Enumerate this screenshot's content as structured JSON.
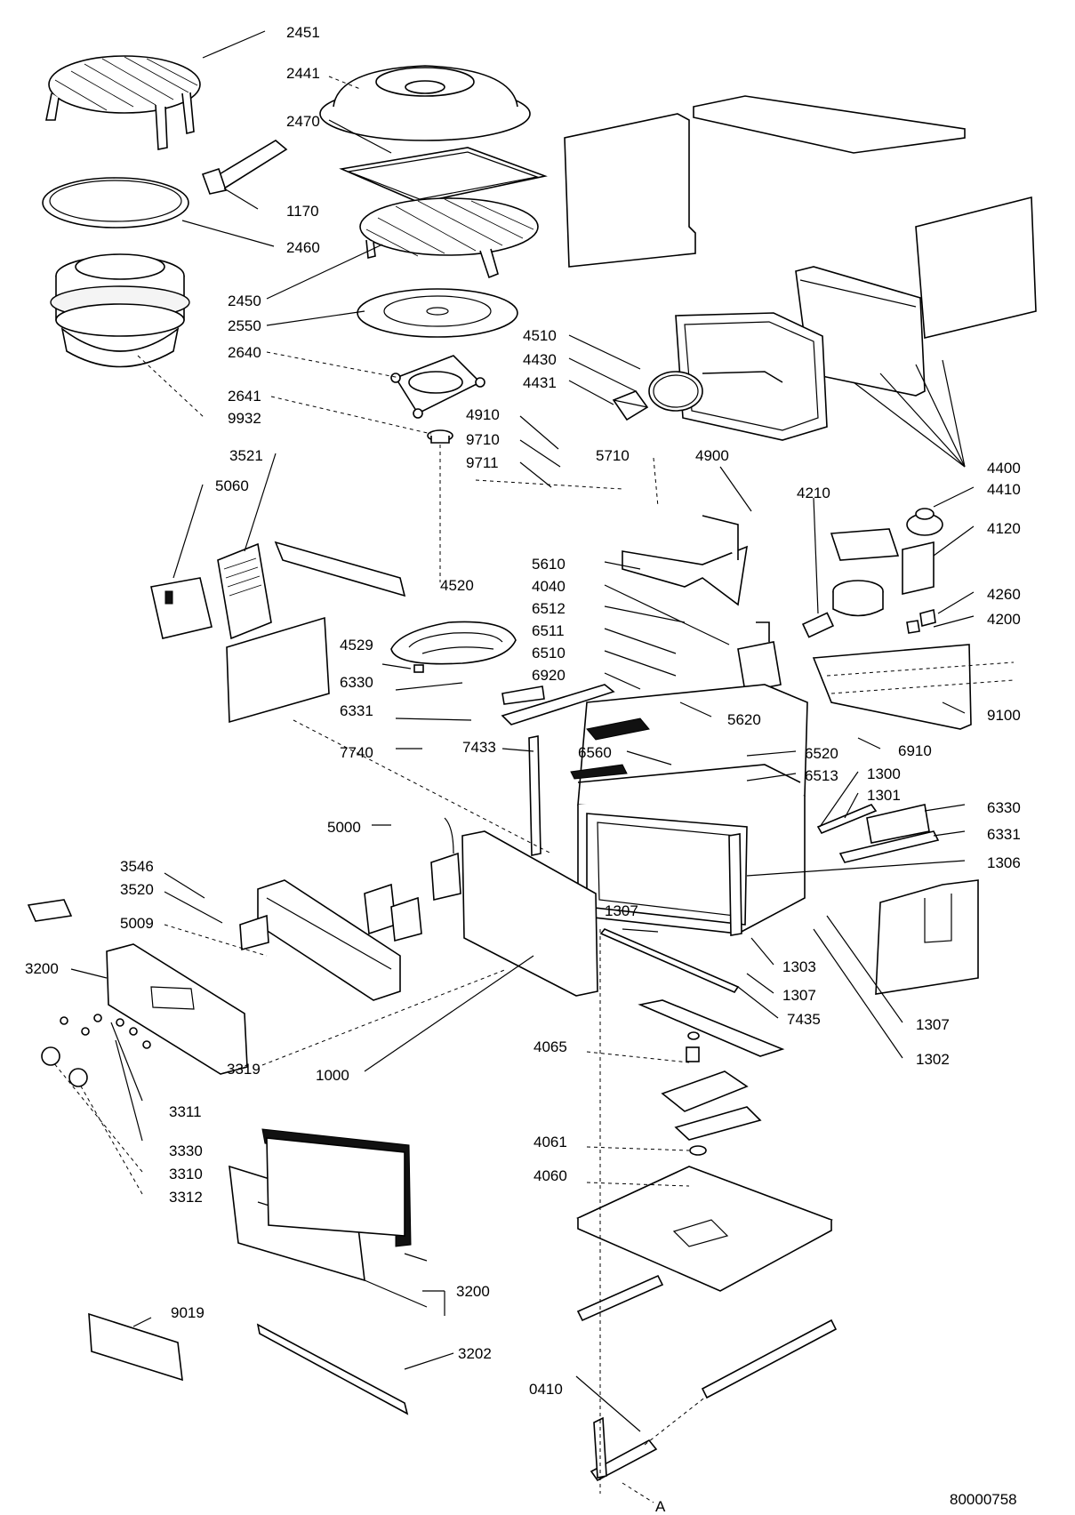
{
  "drawing_number": "80000758",
  "reference_mark": "A",
  "part_labels": {
    "p2451": "2451",
    "p2441": "2441",
    "p2470": "2470",
    "p1170": "1170",
    "p2460": "2460",
    "p2450": "2450",
    "p2550": "2550",
    "p2640": "2640",
    "p2641": "2641",
    "p9932": "9932",
    "p3521": "3521",
    "p5060": "5060",
    "p4520": "4520",
    "p4529": "4529",
    "p6330a": "6330",
    "p6331a": "6331",
    "p7740": "7740",
    "p7433": "7433",
    "p4510": "4510",
    "p4430": "4430",
    "p4431": "4431",
    "p4910": "4910",
    "p9710": "9710",
    "p9711": "9711",
    "p5710": "5710",
    "p4900": "4900",
    "p4210": "4210",
    "p4400": "4400",
    "p4410": "4410",
    "p4120": "4120",
    "p5610": "5610",
    "p4040": "4040",
    "p6512": "6512",
    "p6511": "6511",
    "p6510": "6510",
    "p6920": "6920",
    "p5620": "5620",
    "p4260": "4260",
    "p4200": "4200",
    "p9100": "9100",
    "p6910": "6910",
    "p6560": "6560",
    "p6520": "6520",
    "p6513": "6513",
    "p1300": "1300",
    "p1301": "1301",
    "p6330b": "6330",
    "p6331b": "6331",
    "p1306": "1306",
    "p5000": "5000",
    "p3546": "3546",
    "p3520": "3520",
    "p5009": "5009",
    "p3200a": "3200",
    "p1307a": "1307",
    "p1303": "1303",
    "p1307b": "1307",
    "p7435": "7435",
    "p1307c": "1307",
    "p1302": "1302",
    "p3319": "3319",
    "p1000": "1000",
    "p4065": "4065",
    "p3311": "3311",
    "p3330": "3330",
    "p3310": "3310",
    "p3312": "3312",
    "p4061": "4061",
    "p4060": "4060",
    "p3200b": "3200",
    "p9019": "9019",
    "p3202": "3202",
    "p0410": "0410"
  }
}
